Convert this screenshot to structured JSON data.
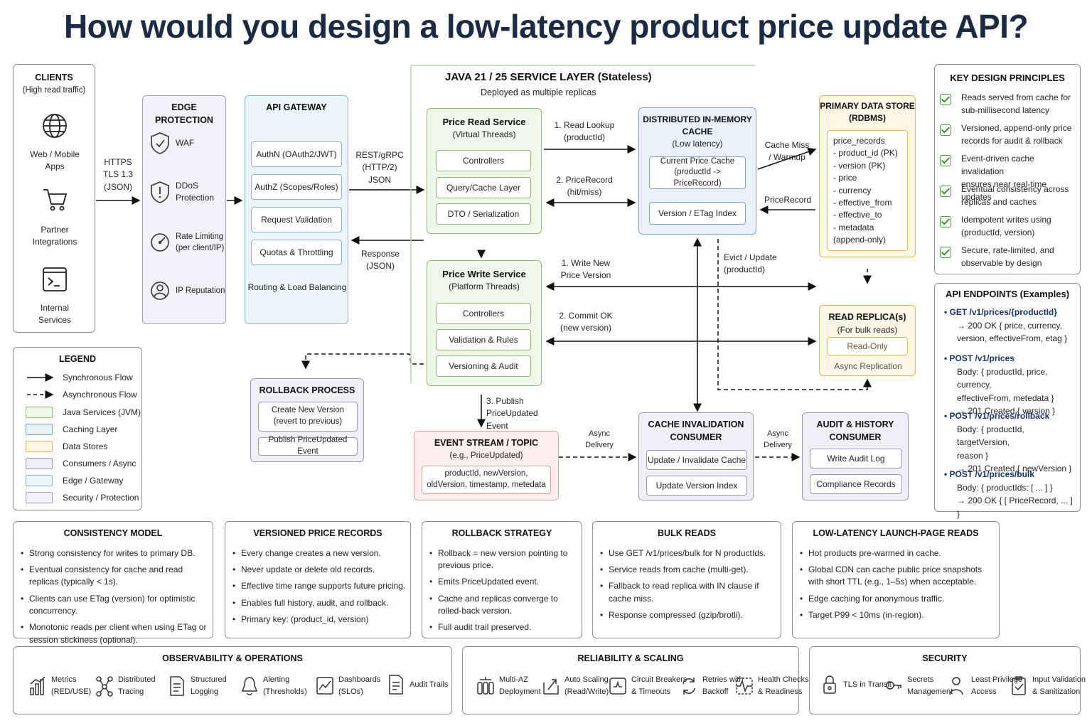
{
  "title": "How would you design a low-latency product price update API?",
  "clients": {
    "heading": "CLIENTS",
    "subheading": "(High read traffic)",
    "items": [
      "Web / Mobile\nApps",
      "Partner\nIntegrations",
      "Internal\nServices"
    ]
  },
  "https_label": "HTTPS\nTLS 1.3\n(JSON)",
  "edge": {
    "heading": "EDGE PROTECTION",
    "items": [
      "WAF",
      "DDoS\nProtection",
      "Rate Limiting\n(per client/IP)",
      "IP Reputation"
    ]
  },
  "gateway": {
    "heading": "API GATEWAY",
    "items": [
      "AuthN (OAuth2/JWT)",
      "AuthZ (Scopes/Roles)",
      "Request Validation",
      "Quotas & Throttling"
    ],
    "routing": "Routing & Load Balancing"
  },
  "rest_label": "REST/gRPC\n(HTTP/2)\nJSON",
  "response_label": "Response\n(JSON)",
  "service_layer": {
    "heading": "JAVA 21 / 25 SERVICE LAYER (Stateless)",
    "subheading": "Deployed as multiple replicas"
  },
  "read_service": {
    "heading": "Price Read Service",
    "subheading": "(Virtual Threads)",
    "items": [
      "Controllers",
      "Query/Cache Layer",
      "DTO / Serialization"
    ]
  },
  "write_service": {
    "heading": "Price Write Service",
    "subheading": "(Platform Threads)",
    "items": [
      "Controllers",
      "Validation & Rules",
      "Versioning & Audit"
    ]
  },
  "flows": {
    "read_lookup": "1. Read Lookup\n(productId)",
    "price_record_hit": "2. PriceRecord\n(hit/miss)",
    "write_new": "1. Write New\nPrice Version",
    "commit_ok": "2. Commit OK\n(new version)",
    "publish": "3. Publish\nPriceUpdated Event",
    "cache_miss": "Cache Miss\n/ Warmup",
    "price_record": "PriceRecord",
    "evict_update": "Evict / Update\n(productId)",
    "async_delivery_1": "Async\nDelivery",
    "async_delivery_2": "Async\nDelivery"
  },
  "cache": {
    "heading": "DISTRIBUTED IN-MEMORY\nCACHE",
    "subheading": "(Low latency)",
    "items": [
      "Current Price Cache\n(productId -> PriceRecord)",
      "Version / ETag Index"
    ]
  },
  "primary_store": {
    "heading": "PRIMARY DATA STORE\n(RDBMS)",
    "table": "price_records",
    "columns": [
      "- product_id (PK)",
      "- version (PK)",
      "- price",
      "- currency",
      "- effective_from",
      "- effective_to",
      "- metadata",
      "(append-only)"
    ]
  },
  "replica": {
    "heading": "READ REPLICA(s)",
    "subheading": "(For bulk reads)",
    "items": [
      "Read-Only"
    ],
    "note": "Async Replication"
  },
  "rollback": {
    "heading": "ROLLBACK PROCESS",
    "items": [
      "Create New Version\n(revert to previous)",
      "Publish PriceUpdated Event"
    ]
  },
  "event_stream": {
    "heading": "EVENT STREAM / TOPIC",
    "subheading": "(e.g., PriceUpdated)",
    "payload": "productId, newVersion,\noldVersion, timestamp, metedata"
  },
  "cache_consumer": {
    "heading": "CACHE INVALIDATION\nCONSUMER",
    "items": [
      "Update / Invalidate Cache",
      "Update Version Index"
    ]
  },
  "audit_consumer": {
    "heading": "AUDIT & HISTORY\nCONSUMER",
    "items": [
      "Write Audit Log",
      "Compliance Records"
    ]
  },
  "legend": {
    "heading": "LEGEND",
    "sync": "Synchronous Flow",
    "async": "Asynchronous Flow",
    "items": [
      {
        "label": "Java Services (JVM)",
        "color": "#eef7e8",
        "border": "#8cbd72"
      },
      {
        "label": "Caching Layer",
        "color": "#e8f0fa",
        "border": "#7fa2cc"
      },
      {
        "label": "Data Stores",
        "color": "#fff7e5",
        "border": "#e4b85a"
      },
      {
        "label": "Consumers / Async",
        "color": "#f1eef8",
        "border": "#9e93c2"
      },
      {
        "label": "Edge / Gateway",
        "color": "#eaf4f9",
        "border": "#86b7cc"
      },
      {
        "label": "Security / Protection",
        "color": "#f4f0fa",
        "border": "#a79bc8"
      }
    ]
  },
  "principles": {
    "heading": "KEY DESIGN PRINCIPLES",
    "items": [
      "Reads served from cache for\nsub-millisecond latency",
      "Versioned, append-only price\nrecords for audit & rollback",
      "Event-driven cache invalidation\nensures near real-time updates",
      "Eventual consistency across\nreplicas and caches",
      "Idempotent writes using\n(productId, version)",
      "Secure, rate-limited, and\nobservable by design"
    ]
  },
  "endpoints": {
    "heading": "API ENDPOINTS (Examples)",
    "items": [
      {
        "method": "• GET /v1/prices/{productId}",
        "detail": "→ 200 OK { price, currency,\nversion, effectiveFrom, etag }"
      },
      {
        "method": "• POST /v1/prices",
        "detail": "Body: { productId, price, currency,\neffectiveFrom, metedata }\n→ 201 Created { version }"
      },
      {
        "method": "• POST /v1/prices/rollback",
        "detail": "Body: { productId, targetVersion,\nreason }\n→ 201 Created { newVersion }"
      },
      {
        "method": "• POST /v1/prices/bulk",
        "detail": "Body: { productIds: [ ... ] }\n→ 200 OK { [ PriceRecord, ... ] }"
      }
    ]
  },
  "consistency": {
    "heading": "CONSISTENCY MODEL",
    "items": [
      "Strong consistency for writes to primary DB.",
      "Eventual consistency for cache and read replicas (typically < 1s).",
      "Clients can use ETag (version) for optimistic concurrency.",
      "Monotonic reads per client when using ETag or session stickiness (optional)."
    ]
  },
  "versioned": {
    "heading": "VERSIONED PRICE RECORDS",
    "items": [
      "Every change creates a new version.",
      "Never update or delete old records.",
      "Effective time range supports future pricing.",
      "Enables full history, audit, and rollback.",
      "Primary key: (product_id, version)"
    ]
  },
  "rollback_strategy": {
    "heading": "ROLLBACK STRATEGY",
    "items": [
      "Rollback = new version pointing to previous price.",
      "Emits PriceUpdated event.",
      "Cache and replicas converge to rolled-back version.",
      "Full audit trail preserved."
    ]
  },
  "bulk": {
    "heading": "BULK READS",
    "items": [
      "Use GET /v1/prices/bulk for N productIds.",
      "Service reads from cache (multi-get).",
      "Fallback to read replica with IN clause if cache miss.",
      "Response compressed (gzip/brotli)."
    ]
  },
  "launch": {
    "heading": "LOW-LATENCY LAUNCH-PAGE READS",
    "items": [
      "Hot products pre-warmed in cache.",
      "Global CDN can cache public price snapshots with short TTL (e.g., 1–5s) when acceptable.",
      "Edge caching for anonymous traffic.",
      "Target P99 < 10ms (in-region)."
    ]
  },
  "observability": {
    "heading": "OBSERVABILITY & OPERATIONS",
    "items": [
      "Metrics\n(RED/USE)",
      "Distributed\nTracing",
      "Structured\nLogging",
      "Alerting\n(Thresholds)",
      "Dashboards\n(SLOs)",
      "Audit Trails"
    ]
  },
  "reliability": {
    "heading": "RELIABILITY & SCALING",
    "items": [
      "Multi-AZ\nDeployment",
      "Auto Scaling\n(Read/Write)",
      "Circuit Breakers\n& Timeouts",
      "Retries with\nBackoff",
      "Health Checks\n& Readiness"
    ]
  },
  "security": {
    "heading": "SECURITY",
    "items": [
      "TLS in Transit",
      "Secrets\nManagement",
      "Least Privilege\nAccess",
      "Input Validation\n& Sanitization"
    ]
  }
}
